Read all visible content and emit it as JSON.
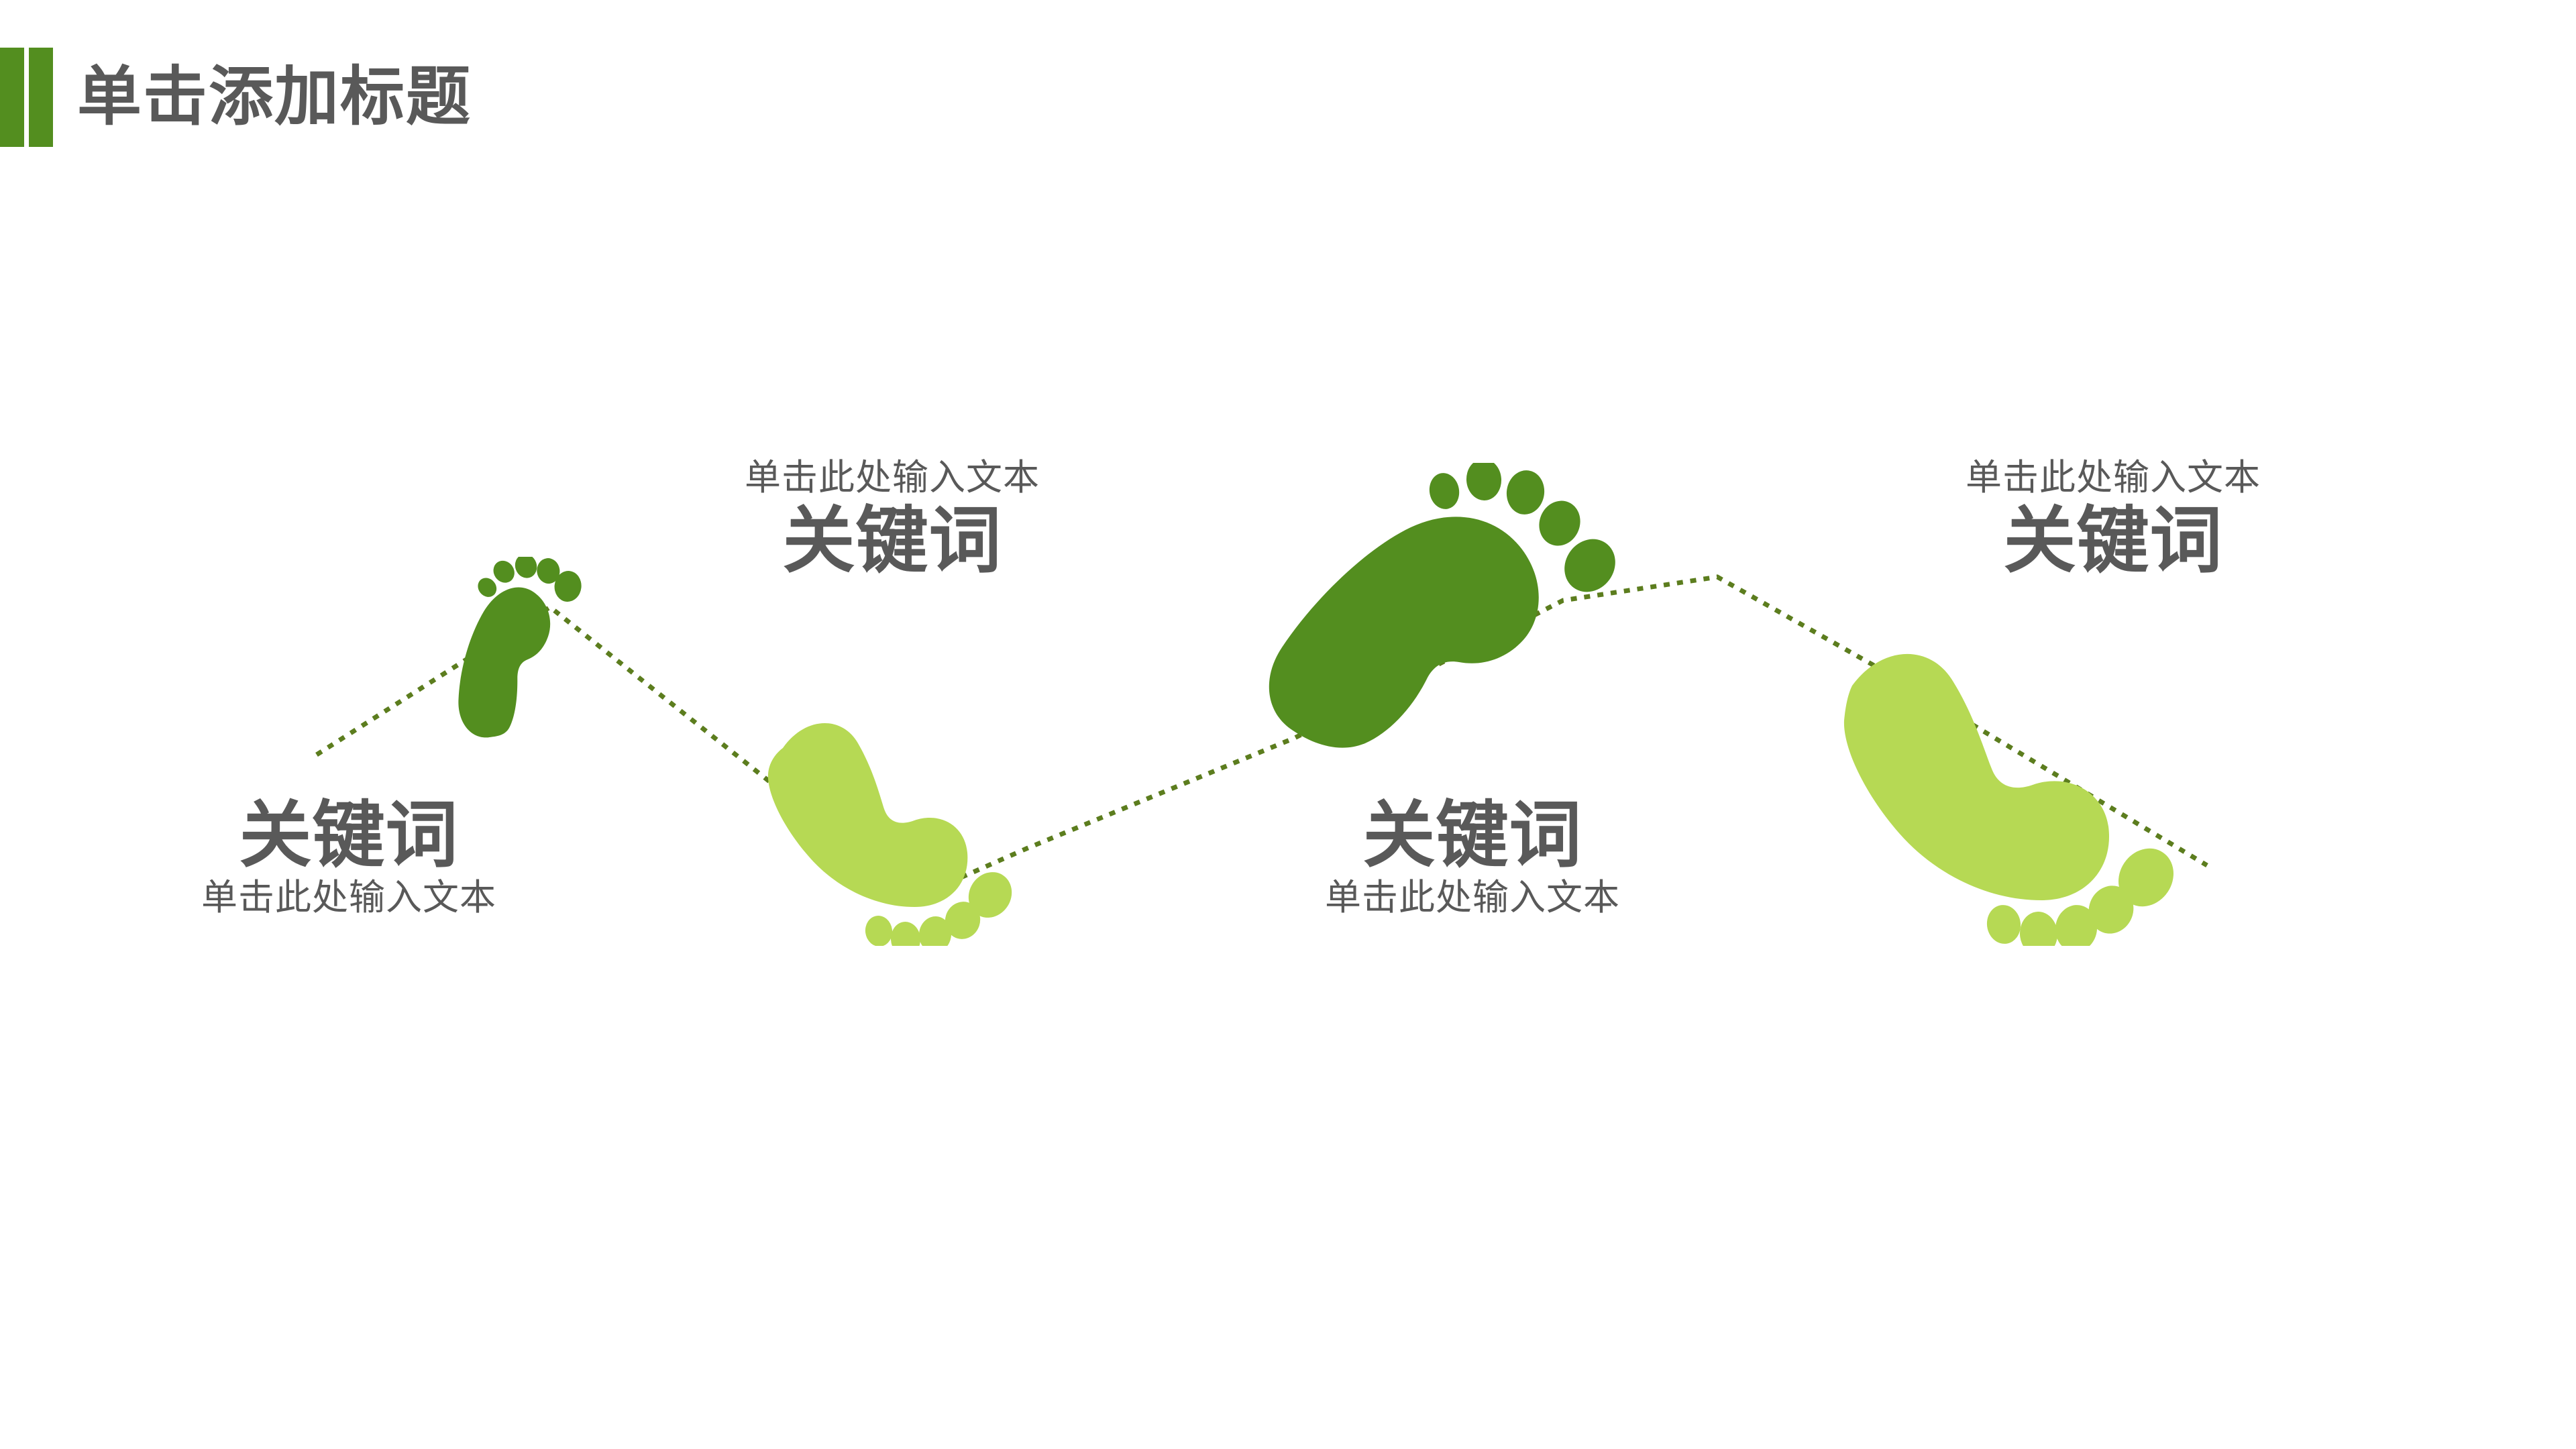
{
  "slide": {
    "title": "单击添加标题",
    "background_color": "#FFFFFF",
    "accent_color": "#538E1F",
    "text_color": "#595959"
  },
  "palette": {
    "dark_green": "#538E1F",
    "light_green": "#B6D954",
    "dotted_path": "#5C7D1E",
    "title_gray": "#595959"
  },
  "steps": [
    {
      "index": "1",
      "keyword": "关键词",
      "subtitle": "单击此处输入文本",
      "footprint": "footprint-right-dark-small",
      "footprint_color": "#538E1F",
      "order": "keyword-above-subtitle"
    },
    {
      "index": "2",
      "keyword": "关键词",
      "subtitle": "单击此处输入文本",
      "footprint": "footprint-left-light-small",
      "footprint_color": "#B6D954",
      "order": "subtitle-above-keyword"
    },
    {
      "index": "3",
      "keyword": "关键词",
      "subtitle": "单击此处输入文本",
      "footprint": "footprint-right-dark-large",
      "footprint_color": "#538E1F",
      "order": "keyword-above-subtitle"
    },
    {
      "index": "4",
      "keyword": "关键词",
      "subtitle": "单击此处输入文本",
      "footprint": "footprint-left-light-large",
      "footprint_color": "#B6D954",
      "order": "subtitle-above-keyword"
    }
  ],
  "path": {
    "style": "dotted",
    "color": "#5C7D1E",
    "description": "zig-zag dotted trail linking the four footprints"
  }
}
